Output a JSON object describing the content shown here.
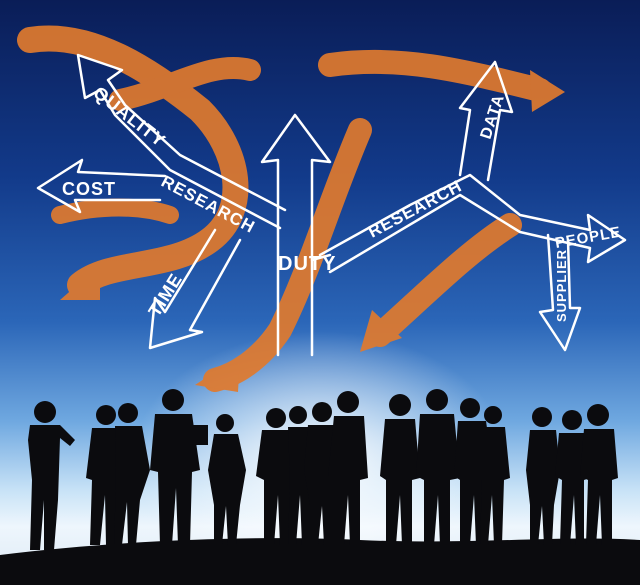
{
  "labels": {
    "quality": "QUALITY",
    "cost": "COST",
    "research_left": "RESEARCH",
    "time": "TIME",
    "duty": "DUTY",
    "research_right": "RESEARCH",
    "data": "DATA",
    "people": "PEOPLE",
    "supplier": "SUPPLIER"
  },
  "colors": {
    "sky_top": "#0a1d57",
    "sky_glow": "#eef6fd",
    "orange_arrow": "#e07a2e",
    "chalk_line": "#ffffff",
    "silhouette": "#0b0b0e"
  }
}
